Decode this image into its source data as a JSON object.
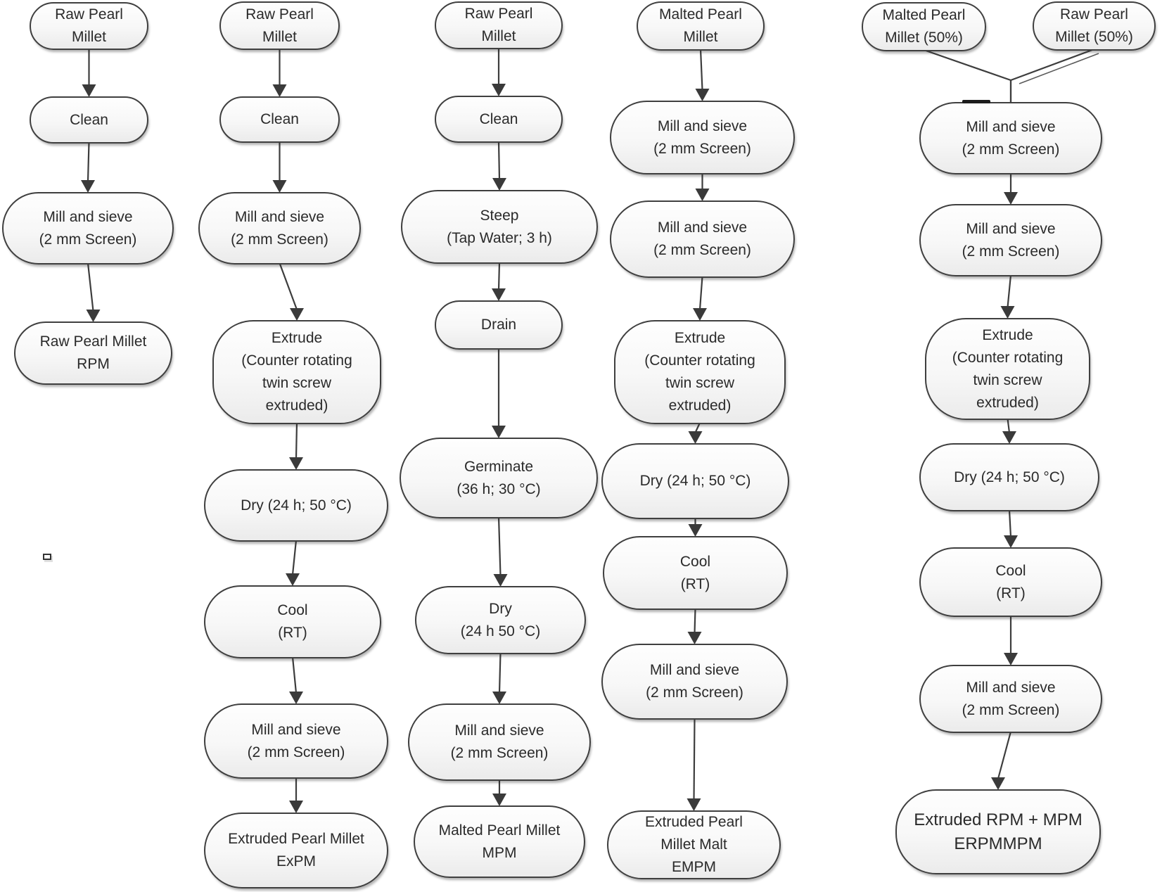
{
  "diagram_description": "Flow diagram of raw, extruded and malted pearl millet flour preparation",
  "colors": {
    "background": "#ffffff",
    "box_border": "#3f3f3f",
    "box_fill": "#f5f5f5",
    "connector": "#3d3d3d",
    "text": "#2a2a2a"
  },
  "nodes": [
    {
      "id": "n1a",
      "label": "Raw Pearl\nMillet"
    },
    {
      "id": "n1b",
      "label": "Clean"
    },
    {
      "id": "n1c",
      "label": "Mill and sieve\n(2 mm Screen)"
    },
    {
      "id": "n1d",
      "label": "Raw Pearl Millet\nRPM"
    },
    {
      "id": "n2a",
      "label": "Raw Pearl\nMillet"
    },
    {
      "id": "n2b",
      "label": "Clean"
    },
    {
      "id": "n2c",
      "label": "Mill and sieve\n(2 mm Screen)"
    },
    {
      "id": "n2d",
      "label": "Extrude\n(Counter rotating\ntwin screw\nextruded)"
    },
    {
      "id": "n2e",
      "label": "Dry (24 h; 50 °C)"
    },
    {
      "id": "n2f",
      "label": "Cool\n(RT)"
    },
    {
      "id": "n2g",
      "label": "Mill and sieve\n(2 mm Screen)"
    },
    {
      "id": "n2h",
      "label": "Extruded Pearl Millet\nExPM"
    },
    {
      "id": "n3a",
      "label": "Raw Pearl\nMillet"
    },
    {
      "id": "n3b",
      "label": "Clean"
    },
    {
      "id": "n3c",
      "label": "Steep\n(Tap Water; 3 h)"
    },
    {
      "id": "n3d",
      "label": "Drain"
    },
    {
      "id": "n3e",
      "label": "Germinate\n(36 h; 30 °C)"
    },
    {
      "id": "n3f",
      "label": "Dry\n(24 h 50 °C)"
    },
    {
      "id": "n3g",
      "label": "Mill and sieve\n(2 mm Screen)"
    },
    {
      "id": "n3h",
      "label": "Malted Pearl Millet\nMPM"
    },
    {
      "id": "n4a",
      "label": "Malted Pearl\nMillet"
    },
    {
      "id": "n4b",
      "label": "Mill and sieve\n(2 mm Screen)"
    },
    {
      "id": "n4c",
      "label": "Mill and sieve\n(2 mm Screen)"
    },
    {
      "id": "n4d",
      "label": "Extrude\n(Counter rotating\ntwin screw\nextruded)"
    },
    {
      "id": "n4e",
      "label": "Dry (24 h; 50 °C)"
    },
    {
      "id": "n4f",
      "label": "Cool\n(RT)"
    },
    {
      "id": "n4g",
      "label": "Mill and sieve\n(2 mm Screen)"
    },
    {
      "id": "n4h",
      "label": "Extruded Pearl\nMillet Malt\nEMPM"
    },
    {
      "id": "n5a",
      "label": "Malted Pearl\nMillet (50%)"
    },
    {
      "id": "n5b",
      "label": "Raw Pearl\nMillet (50%)"
    },
    {
      "id": "n5c",
      "label": "Mill and sieve\n(2 mm Screen)"
    },
    {
      "id": "n5d",
      "label": "Mill and sieve\n(2 mm Screen)"
    },
    {
      "id": "n5e",
      "label": "Extrude\n(Counter rotating\ntwin screw\nextruded)"
    },
    {
      "id": "n5f",
      "label": "Dry (24 h; 50 °C)"
    },
    {
      "id": "n5g",
      "label": "Cool\n(RT)"
    },
    {
      "id": "n5h",
      "label": "Mill and sieve\n(2 mm Screen)"
    },
    {
      "id": "n5i",
      "label": "Extruded RPM + MPM\nERPMMPM"
    }
  ],
  "edges": [
    {
      "from": "n1a",
      "to": "n1b"
    },
    {
      "from": "n1b",
      "to": "n1c"
    },
    {
      "from": "n1c",
      "to": "n1d"
    },
    {
      "from": "n2a",
      "to": "n2b"
    },
    {
      "from": "n2b",
      "to": "n2c"
    },
    {
      "from": "n2c",
      "to": "n2d"
    },
    {
      "from": "n2d",
      "to": "n2e"
    },
    {
      "from": "n2e",
      "to": "n2f"
    },
    {
      "from": "n2f",
      "to": "n2g"
    },
    {
      "from": "n2g",
      "to": "n2h"
    },
    {
      "from": "n3a",
      "to": "n3b"
    },
    {
      "from": "n3b",
      "to": "n3c"
    },
    {
      "from": "n3c",
      "to": "n3d"
    },
    {
      "from": "n3d",
      "to": "n3e"
    },
    {
      "from": "n3e",
      "to": "n3f"
    },
    {
      "from": "n3f",
      "to": "n3g"
    },
    {
      "from": "n3g",
      "to": "n3h"
    },
    {
      "from": "n4a",
      "to": "n4b"
    },
    {
      "from": "n4b",
      "to": "n4c"
    },
    {
      "from": "n4c",
      "to": "n4d"
    },
    {
      "from": "n4d",
      "to": "n4e"
    },
    {
      "from": "n4e",
      "to": "n4f"
    },
    {
      "from": "n4f",
      "to": "n4g"
    },
    {
      "from": "n4g",
      "to": "n4h"
    },
    {
      "from": "n5a",
      "to": "n5c",
      "merge": true
    },
    {
      "from": "n5b",
      "to": "n5c",
      "merge": true
    },
    {
      "from": "n5c",
      "to": "n5d"
    },
    {
      "from": "n5d",
      "to": "n5e"
    },
    {
      "from": "n5e",
      "to": "n5f"
    },
    {
      "from": "n5f",
      "to": "n5g"
    },
    {
      "from": "n5g",
      "to": "n5h"
    },
    {
      "from": "n5h",
      "to": "n5i"
    }
  ]
}
